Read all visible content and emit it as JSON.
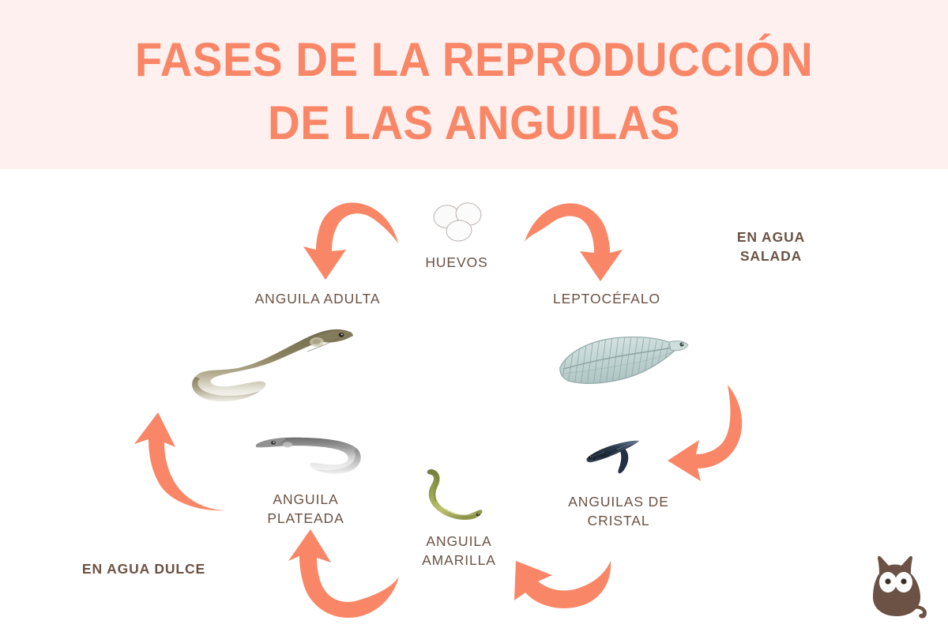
{
  "page": {
    "background_color": "#ffffff",
    "header_background_color": "#fdf0ee",
    "accent_color": "#f98666",
    "label_color": "#6b5244",
    "title": "FASES DE LA REPRODUCCIÓN\nDE LAS ANGUILAS"
  },
  "cycle": {
    "stages": [
      {
        "id": "huevos",
        "label": "HUEVOS",
        "icon": "eggs-illustration"
      },
      {
        "id": "lepto",
        "label": "LEPTOCÉFALO",
        "icon": "leptocephalus-illustration"
      },
      {
        "id": "cristal",
        "label": "ANGUILAS DE\nCRISTAL",
        "icon": "glass-eel-illustration"
      },
      {
        "id": "amarilla",
        "label": "ANGUILA\nAMARILLA",
        "icon": "yellow-eel-illustration"
      },
      {
        "id": "plateada",
        "label": "ANGUILA\nPLATEADA",
        "icon": "silver-eel-illustration"
      },
      {
        "id": "adulta",
        "label": "ANGUILA ADULTA",
        "icon": "adult-eel-illustration"
      }
    ],
    "habitats": [
      {
        "id": "salada",
        "label": "EN AGUA\nSALADA"
      },
      {
        "id": "dulce",
        "label": "EN AGUA DULCE"
      }
    ],
    "arrows": [
      {
        "id": "arrow-huevos-to-adulta",
        "direction": "down-left"
      },
      {
        "id": "arrow-huevos-to-lepto",
        "direction": "down-right"
      },
      {
        "id": "arrow-lepto-to-cristal",
        "direction": "down-left"
      },
      {
        "id": "arrow-cristal-to-amarilla",
        "direction": "up-left"
      },
      {
        "id": "arrow-amarilla-to-plateada",
        "direction": "up-left"
      },
      {
        "id": "arrow-plateada-to-adulta",
        "direction": "up-right"
      }
    ]
  },
  "logo": {
    "name": "cat-logo",
    "color": "#6b5244"
  }
}
